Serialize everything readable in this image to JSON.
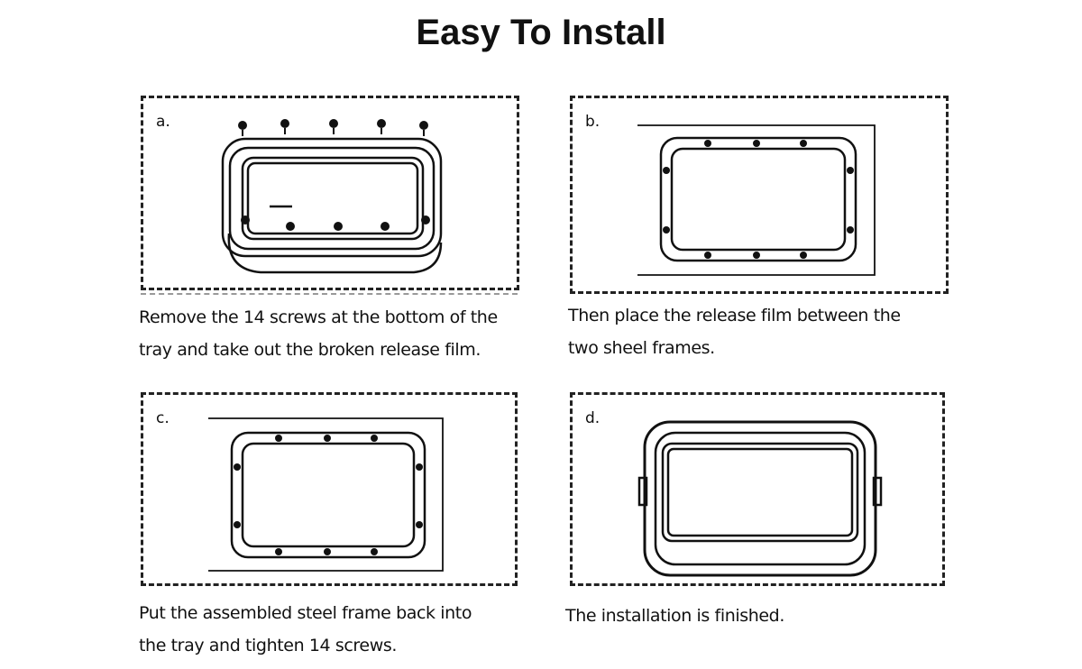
{
  "title": "Easy To Install",
  "steps": [
    {
      "label": "a.",
      "caption_lines": [
        "Remove the 14 screws at the bottom of the",
        "tray and take out the broken release film."
      ]
    },
    {
      "label": "b.",
      "caption_lines": [
        "Then place the release film between the",
        "two sheel frames."
      ]
    },
    {
      "label": "c.",
      "caption_lines": [
        "Put the assembled steel frame back into",
        "the tray and tighten 14 screws."
      ]
    },
    {
      "label": "d.",
      "caption_lines": [
        "The installation is finished."
      ]
    }
  ]
}
